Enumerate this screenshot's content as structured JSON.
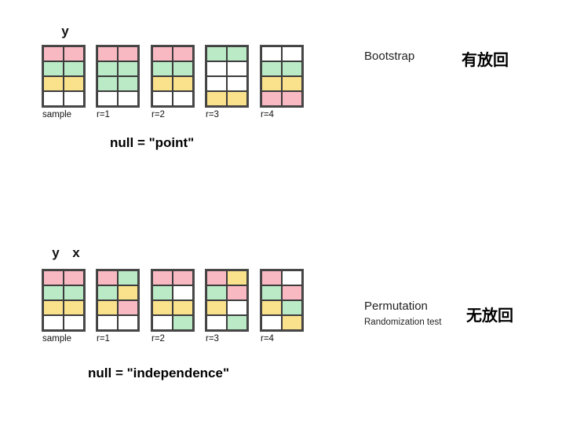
{
  "diagram": {
    "title_implicit": "Bootstrap vs Permutation resampling schemes",
    "colors": {
      "pink": "#f9b9c2",
      "green": "#baeac6",
      "yellow": "#fae18c",
      "white": "#ffffff",
      "border": "#3c3c3c",
      "outer_border": "#4a4a4a"
    }
  },
  "panels": [
    {
      "id": "bootstrap",
      "column_headers": [
        "y"
      ],
      "method_label": "Bootstrap",
      "method_sublabel": "",
      "method_label_cn": "有放回",
      "null_caption": "null = \"point\"",
      "grids": [
        {
          "label": "sample",
          "columns": [
            "y",
            "y"
          ],
          "cells": [
            [
              "pink",
              "pink"
            ],
            [
              "green",
              "green"
            ],
            [
              "yellow",
              "yellow"
            ],
            [
              "white",
              "white"
            ]
          ]
        },
        {
          "label": "r=1",
          "columns": [
            "y",
            "y"
          ],
          "cells": [
            [
              "pink",
              "pink"
            ],
            [
              "green",
              "green"
            ],
            [
              "green",
              "green"
            ],
            [
              "white",
              "white"
            ]
          ]
        },
        {
          "label": "r=2",
          "columns": [
            "y",
            "y"
          ],
          "cells": [
            [
              "pink",
              "pink"
            ],
            [
              "green",
              "green"
            ],
            [
              "yellow",
              "yellow"
            ],
            [
              "white",
              "white"
            ]
          ]
        },
        {
          "label": "r=3",
          "columns": [
            "y",
            "y"
          ],
          "cells": [
            [
              "green",
              "green"
            ],
            [
              "white",
              "white"
            ],
            [
              "white",
              "white"
            ],
            [
              "yellow",
              "yellow"
            ]
          ]
        },
        {
          "label": "r=4",
          "columns": [
            "y",
            "y"
          ],
          "cells": [
            [
              "white",
              "white"
            ],
            [
              "green",
              "green"
            ],
            [
              "yellow",
              "yellow"
            ],
            [
              "pink",
              "pink"
            ]
          ]
        }
      ]
    },
    {
      "id": "permutation",
      "column_headers": [
        "y",
        "x"
      ],
      "method_label": "Permutation",
      "method_sublabel": "Randomization test",
      "method_label_cn": "无放回",
      "null_caption": "null = \"independence\"",
      "grids": [
        {
          "label": "sample",
          "columns": [
            "y",
            "x"
          ],
          "cells": [
            [
              "pink",
              "pink"
            ],
            [
              "green",
              "green"
            ],
            [
              "yellow",
              "yellow"
            ],
            [
              "white",
              "white"
            ]
          ]
        },
        {
          "label": "r=1",
          "columns": [
            "y",
            "x"
          ],
          "cells": [
            [
              "pink",
              "green"
            ],
            [
              "green",
              "yellow"
            ],
            [
              "yellow",
              "pink"
            ],
            [
              "white",
              "white"
            ]
          ]
        },
        {
          "label": "r=2",
          "columns": [
            "y",
            "x"
          ],
          "cells": [
            [
              "pink",
              "pink"
            ],
            [
              "green",
              "white"
            ],
            [
              "yellow",
              "yellow"
            ],
            [
              "white",
              "green"
            ]
          ]
        },
        {
          "label": "r=3",
          "columns": [
            "y",
            "x"
          ],
          "cells": [
            [
              "pink",
              "yellow"
            ],
            [
              "green",
              "pink"
            ],
            [
              "yellow",
              "white"
            ],
            [
              "white",
              "green"
            ]
          ]
        },
        {
          "label": "r=4",
          "columns": [
            "y",
            "x"
          ],
          "cells": [
            [
              "pink",
              "white"
            ],
            [
              "green",
              "pink"
            ],
            [
              "yellow",
              "green"
            ],
            [
              "white",
              "yellow"
            ]
          ]
        }
      ]
    }
  ]
}
